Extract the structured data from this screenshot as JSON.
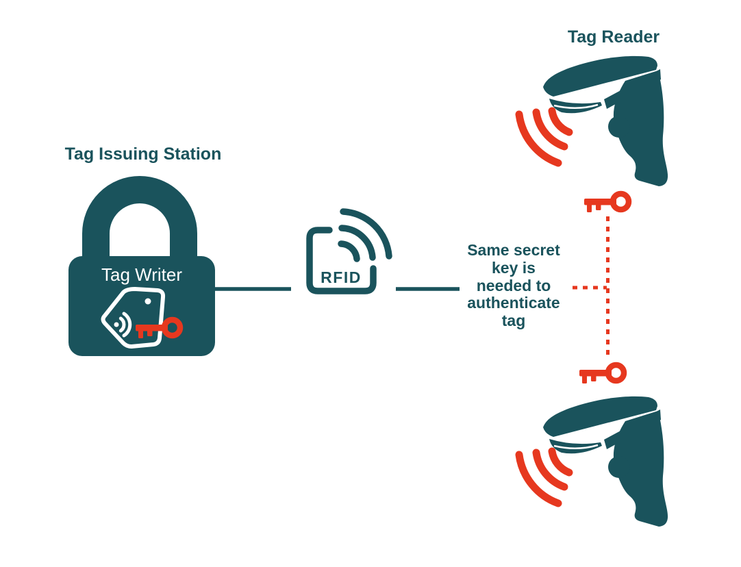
{
  "canvas": {
    "background": "#ffffff"
  },
  "colors": {
    "teal": "#1a535c",
    "red": "#e6381f",
    "white": "#ffffff"
  },
  "issuing_station": {
    "title": "Tag Issuing Station",
    "lock_label": "Tag Writer"
  },
  "reader": {
    "title": "Tag Reader"
  },
  "rfid_icon": {
    "label": "RFID"
  },
  "note": {
    "text": "Same secret key is needed to authenticate tag",
    "lines": [
      "Same secret",
      "key is",
      "needed to",
      "authenticate",
      "tag"
    ]
  },
  "icons": {
    "issuing_station": "padlock-with-rfid-tag-and-key",
    "middle_link": "rfid-tag-with-signal-waves",
    "reader": "barcode-scanner-with-signal-waves",
    "key": "secret-key",
    "shared_key_link": "red-dotted-line"
  }
}
